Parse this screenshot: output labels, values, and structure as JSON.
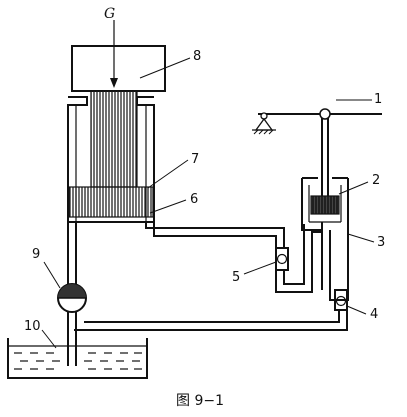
{
  "labels": {
    "load": "G",
    "n1": "1",
    "n2": "2",
    "n3": "3",
    "n4": "4",
    "n5": "5",
    "n6": "6",
    "n7": "7",
    "n8": "8",
    "n9": "9",
    "n10": "10"
  },
  "caption": "图 9−1"
}
